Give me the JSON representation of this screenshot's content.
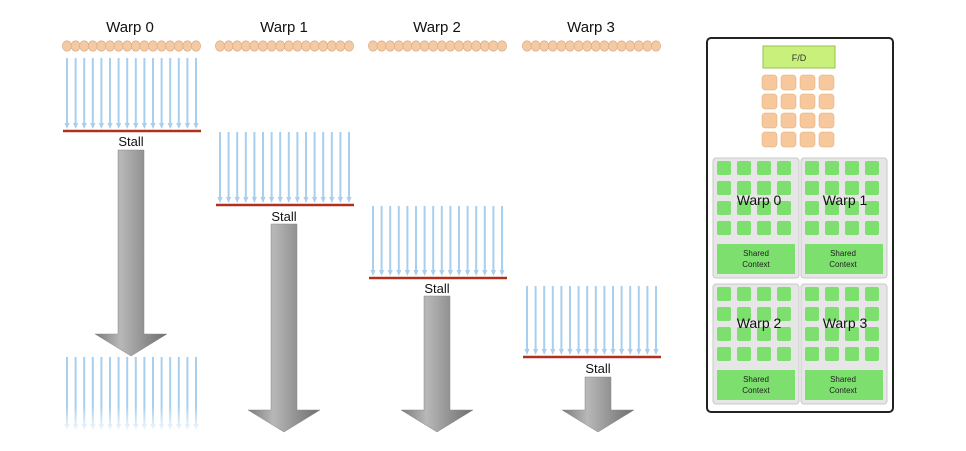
{
  "warps": [
    {
      "label": "Warp 0",
      "stall_label": "Stall"
    },
    {
      "label": "Warp 1",
      "stall_label": "Stall"
    },
    {
      "label": "Warp 2",
      "stall_label": "Stall"
    },
    {
      "label": "Warp 3",
      "stall_label": "Stall"
    }
  ],
  "core": {
    "fd_label": "F/D",
    "quadrants": [
      {
        "label": "Warp 0",
        "context_line1": "Shared",
        "context_line2": "Context"
      },
      {
        "label": "Warp 1",
        "context_line1": "Shared",
        "context_line2": "Context"
      },
      {
        "label": "Warp 2",
        "context_line1": "Shared",
        "context_line2": "Context"
      },
      {
        "label": "Warp 3",
        "context_line1": "Shared",
        "context_line2": "Context"
      }
    ]
  },
  "colors": {
    "thread_bead": "#f3caa3",
    "instruction_stream": "#a9cfee",
    "stall_line": "#b03020",
    "stall_arrow": "#9a9a9a",
    "fd_box": "#c8f07a",
    "alu_box": "#f6c89c",
    "core_cell": "#7ddf6e",
    "quadrant_bg": "#e6e6e6"
  }
}
